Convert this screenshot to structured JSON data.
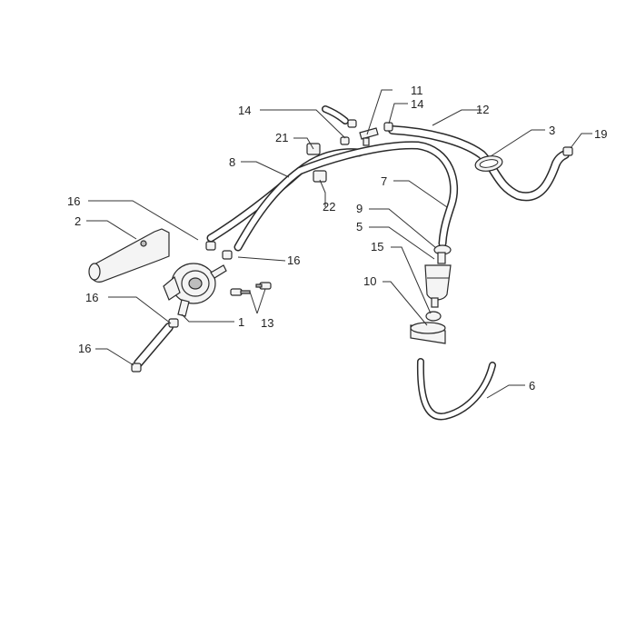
{
  "diagram": {
    "labels": {
      "l1": "1",
      "l2": "2",
      "l3": "3",
      "l5": "5",
      "l6": "6",
      "l7": "7",
      "l8": "8",
      "l9": "9",
      "l10": "10",
      "l11": "11",
      "l12": "12",
      "l13": "13",
      "l14a": "14",
      "l14b": "14",
      "l15": "15",
      "l16a": "16",
      "l16b": "16",
      "l16c": "16",
      "l16d": "16",
      "l19": "19",
      "l21": "21",
      "l22": "22"
    },
    "colors": {
      "line": "#2a2a2a",
      "fill": "#f4f4f4",
      "shade": "#bdbdbd"
    }
  }
}
